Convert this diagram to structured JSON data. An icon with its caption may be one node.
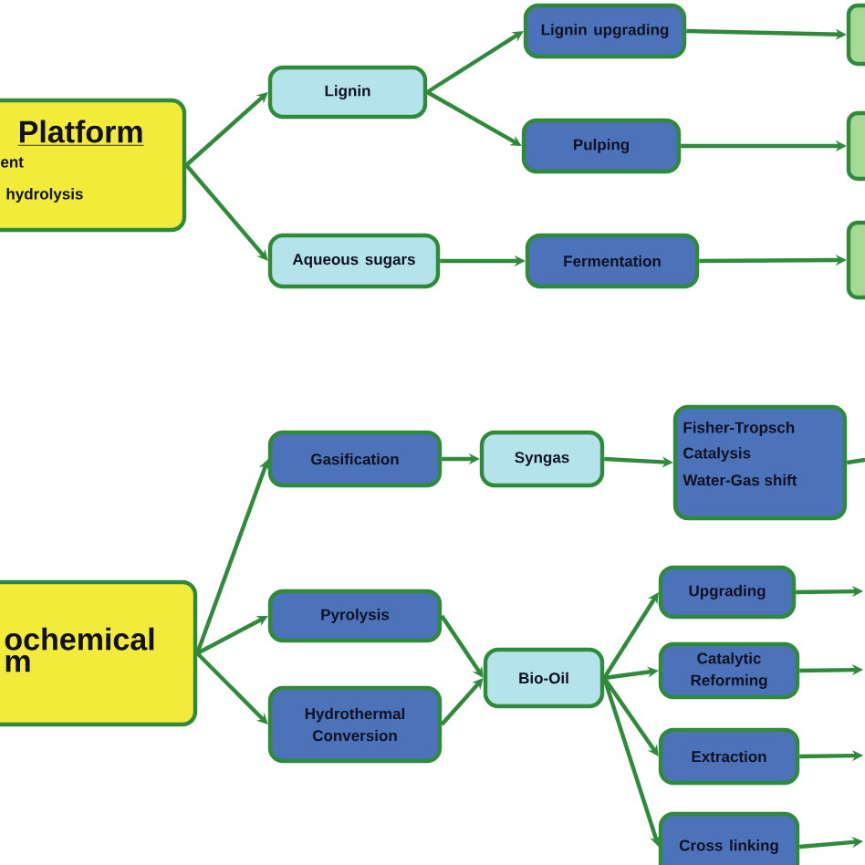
{
  "diagram": {
    "nodes": [
      {
        "text": [
          "Platform",
          "ent",
          "hydrolysis"
        ]
      },
      {
        "text": [
          "Lignin"
        ]
      },
      {
        "text": [
          "Lignin upgrading"
        ]
      },
      {
        "text": [
          "Pulping"
        ]
      },
      {
        "text": [
          "Aqueous sugars"
        ]
      },
      {
        "text": [
          "Fermentation"
        ]
      },
      {
        "text": [],
        "shape": "box"
      },
      {
        "text": [],
        "shape": "box"
      },
      {
        "text": [],
        "shape": "box"
      },
      {
        "text": [
          "ochemical m"
        ]
      },
      {
        "text": [
          "Gasification"
        ]
      },
      {
        "text": [
          "Syngas"
        ]
      },
      {
        "text": [
          "Fisher-Tropsch",
          "Catalysis",
          "Water-Gas shift"
        ]
      },
      {
        "text": [
          "Pyrolysis"
        ]
      },
      {
        "text": [
          "Hydrothermal Conversion"
        ]
      },
      {
        "text": [
          "Bio-Oil"
        ]
      },
      {
        "text": [
          "Upgrading"
        ]
      },
      {
        "text": [
          "Catalytic Reforming"
        ]
      },
      {
        "text": [
          "Extraction"
        ]
      },
      {
        "text": [
          "Cross linking"
        ]
      }
    ],
    "edges": [
      {
        "from": 0,
        "to": 1,
        "arrow": "to"
      },
      {
        "from": 0,
        "to": 4,
        "arrow": "to"
      },
      {
        "from": 1,
        "to": 2,
        "arrow": "to"
      },
      {
        "from": 1,
        "to": 3,
        "arrow": "to"
      },
      {
        "from": 4,
        "to": 5,
        "arrow": "to"
      },
      {
        "from": 2,
        "to": 6,
        "arrow": "to"
      },
      {
        "from": 3,
        "to": 7,
        "arrow": "to"
      },
      {
        "from": 5,
        "to": 8,
        "arrow": "to"
      },
      {
        "from": 9,
        "to": 10,
        "arrow": "to"
      },
      {
        "from": 9,
        "to": 13,
        "arrow": "to"
      },
      {
        "from": 9,
        "to": 14,
        "arrow": "to"
      },
      {
        "from": 10,
        "to": 11,
        "arrow": "to"
      },
      {
        "from": 11,
        "to": 12,
        "arrow": "to"
      },
      {
        "from": 12,
        "to": null,
        "arrow": "none"
      },
      {
        "from": 13,
        "to": 15,
        "arrow": "to"
      },
      {
        "from": 14,
        "to": 15,
        "arrow": "to"
      },
      {
        "from": 15,
        "to": 16,
        "arrow": "to"
      },
      {
        "from": 15,
        "to": 17,
        "arrow": "to"
      },
      {
        "from": 15,
        "to": 18,
        "arrow": "to"
      },
      {
        "from": 15,
        "to": 19,
        "arrow": "to"
      },
      {
        "from": 16,
        "to": null,
        "arrow": "to"
      },
      {
        "from": 17,
        "to": null,
        "arrow": "to"
      },
      {
        "from": 18,
        "to": null,
        "arrow": "to"
      },
      {
        "from": 19,
        "to": null,
        "arrow": "to"
      }
    ]
  }
}
